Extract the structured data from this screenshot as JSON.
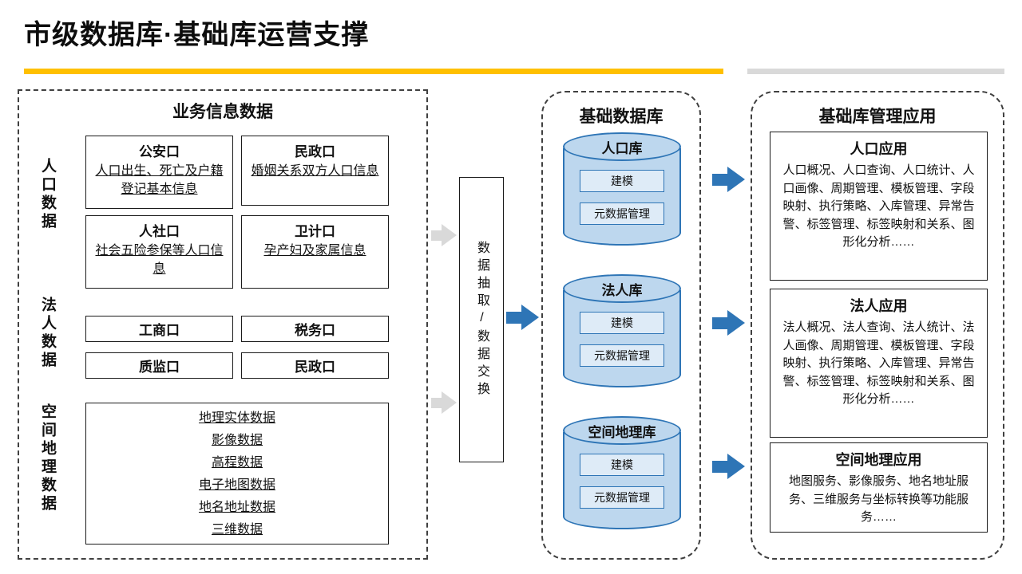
{
  "page": {
    "title": "市级数据库·基础库运营支撑"
  },
  "business_panel": {
    "title": "业务信息数据",
    "row_labels": [
      "人口数据",
      "法人数据",
      "空间地理数据"
    ],
    "source_cards": [
      {
        "header": "公安口",
        "desc": "人口出生、死亡及户籍登记基本信息"
      },
      {
        "header": "民政口",
        "desc": "婚姻关系双方人口信息"
      },
      {
        "header": "人社口",
        "desc": "社会五险参保等人口信息"
      },
      {
        "header": "卫计口",
        "desc": "孕产妇及家属信息"
      }
    ],
    "legal_cards": [
      "工商口",
      "税务口",
      "质监口",
      "民政口"
    ],
    "spatial_items": [
      "地理实体数据",
      "影像数据",
      "高程数据",
      "电子地图数据",
      "地名地址数据",
      "三维数据"
    ]
  },
  "exchange": {
    "label": "数据抽取/数据交换"
  },
  "database_panel": {
    "title": "基础数据库",
    "databases": [
      {
        "name": "人口库",
        "modules": [
          "建模",
          "元数据管理"
        ]
      },
      {
        "name": "法人库",
        "modules": [
          "建模",
          "元数据管理"
        ]
      },
      {
        "name": "空间地理库",
        "modules": [
          "建模",
          "元数据管理"
        ]
      }
    ]
  },
  "application_panel": {
    "title": "基础库管理应用",
    "apps": [
      {
        "title": "人口应用",
        "desc": "人口概况、人口查询、人口统计、人口画像、周期管理、模板管理、字段映射、执行策略、入库管理、异常告警、标签管理、标签映射和关系、图形化分析……"
      },
      {
        "title": "法人应用",
        "desc": "法人概况、法人查询、法人统计、法人画像、周期管理、模板管理、字段映射、执行策略、入库管理、异常告警、标签管理、标签映射和关系、图形化分析……"
      },
      {
        "title": "空间地理应用",
        "desc": "地图服务、影像服务、地名地址服务、三维服务与坐标转换等功能服务……"
      }
    ]
  },
  "colors": {
    "accent_gold": "#FFC000",
    "secondary_bar": "#D9D9D9",
    "arrow_blue": "#2E75B6",
    "arrow_gray": "#D9D9D9",
    "cylinder_fill": "#BDD7EE",
    "module_fill": "#DEEBF7",
    "border_blue": "#2E75B6"
  }
}
